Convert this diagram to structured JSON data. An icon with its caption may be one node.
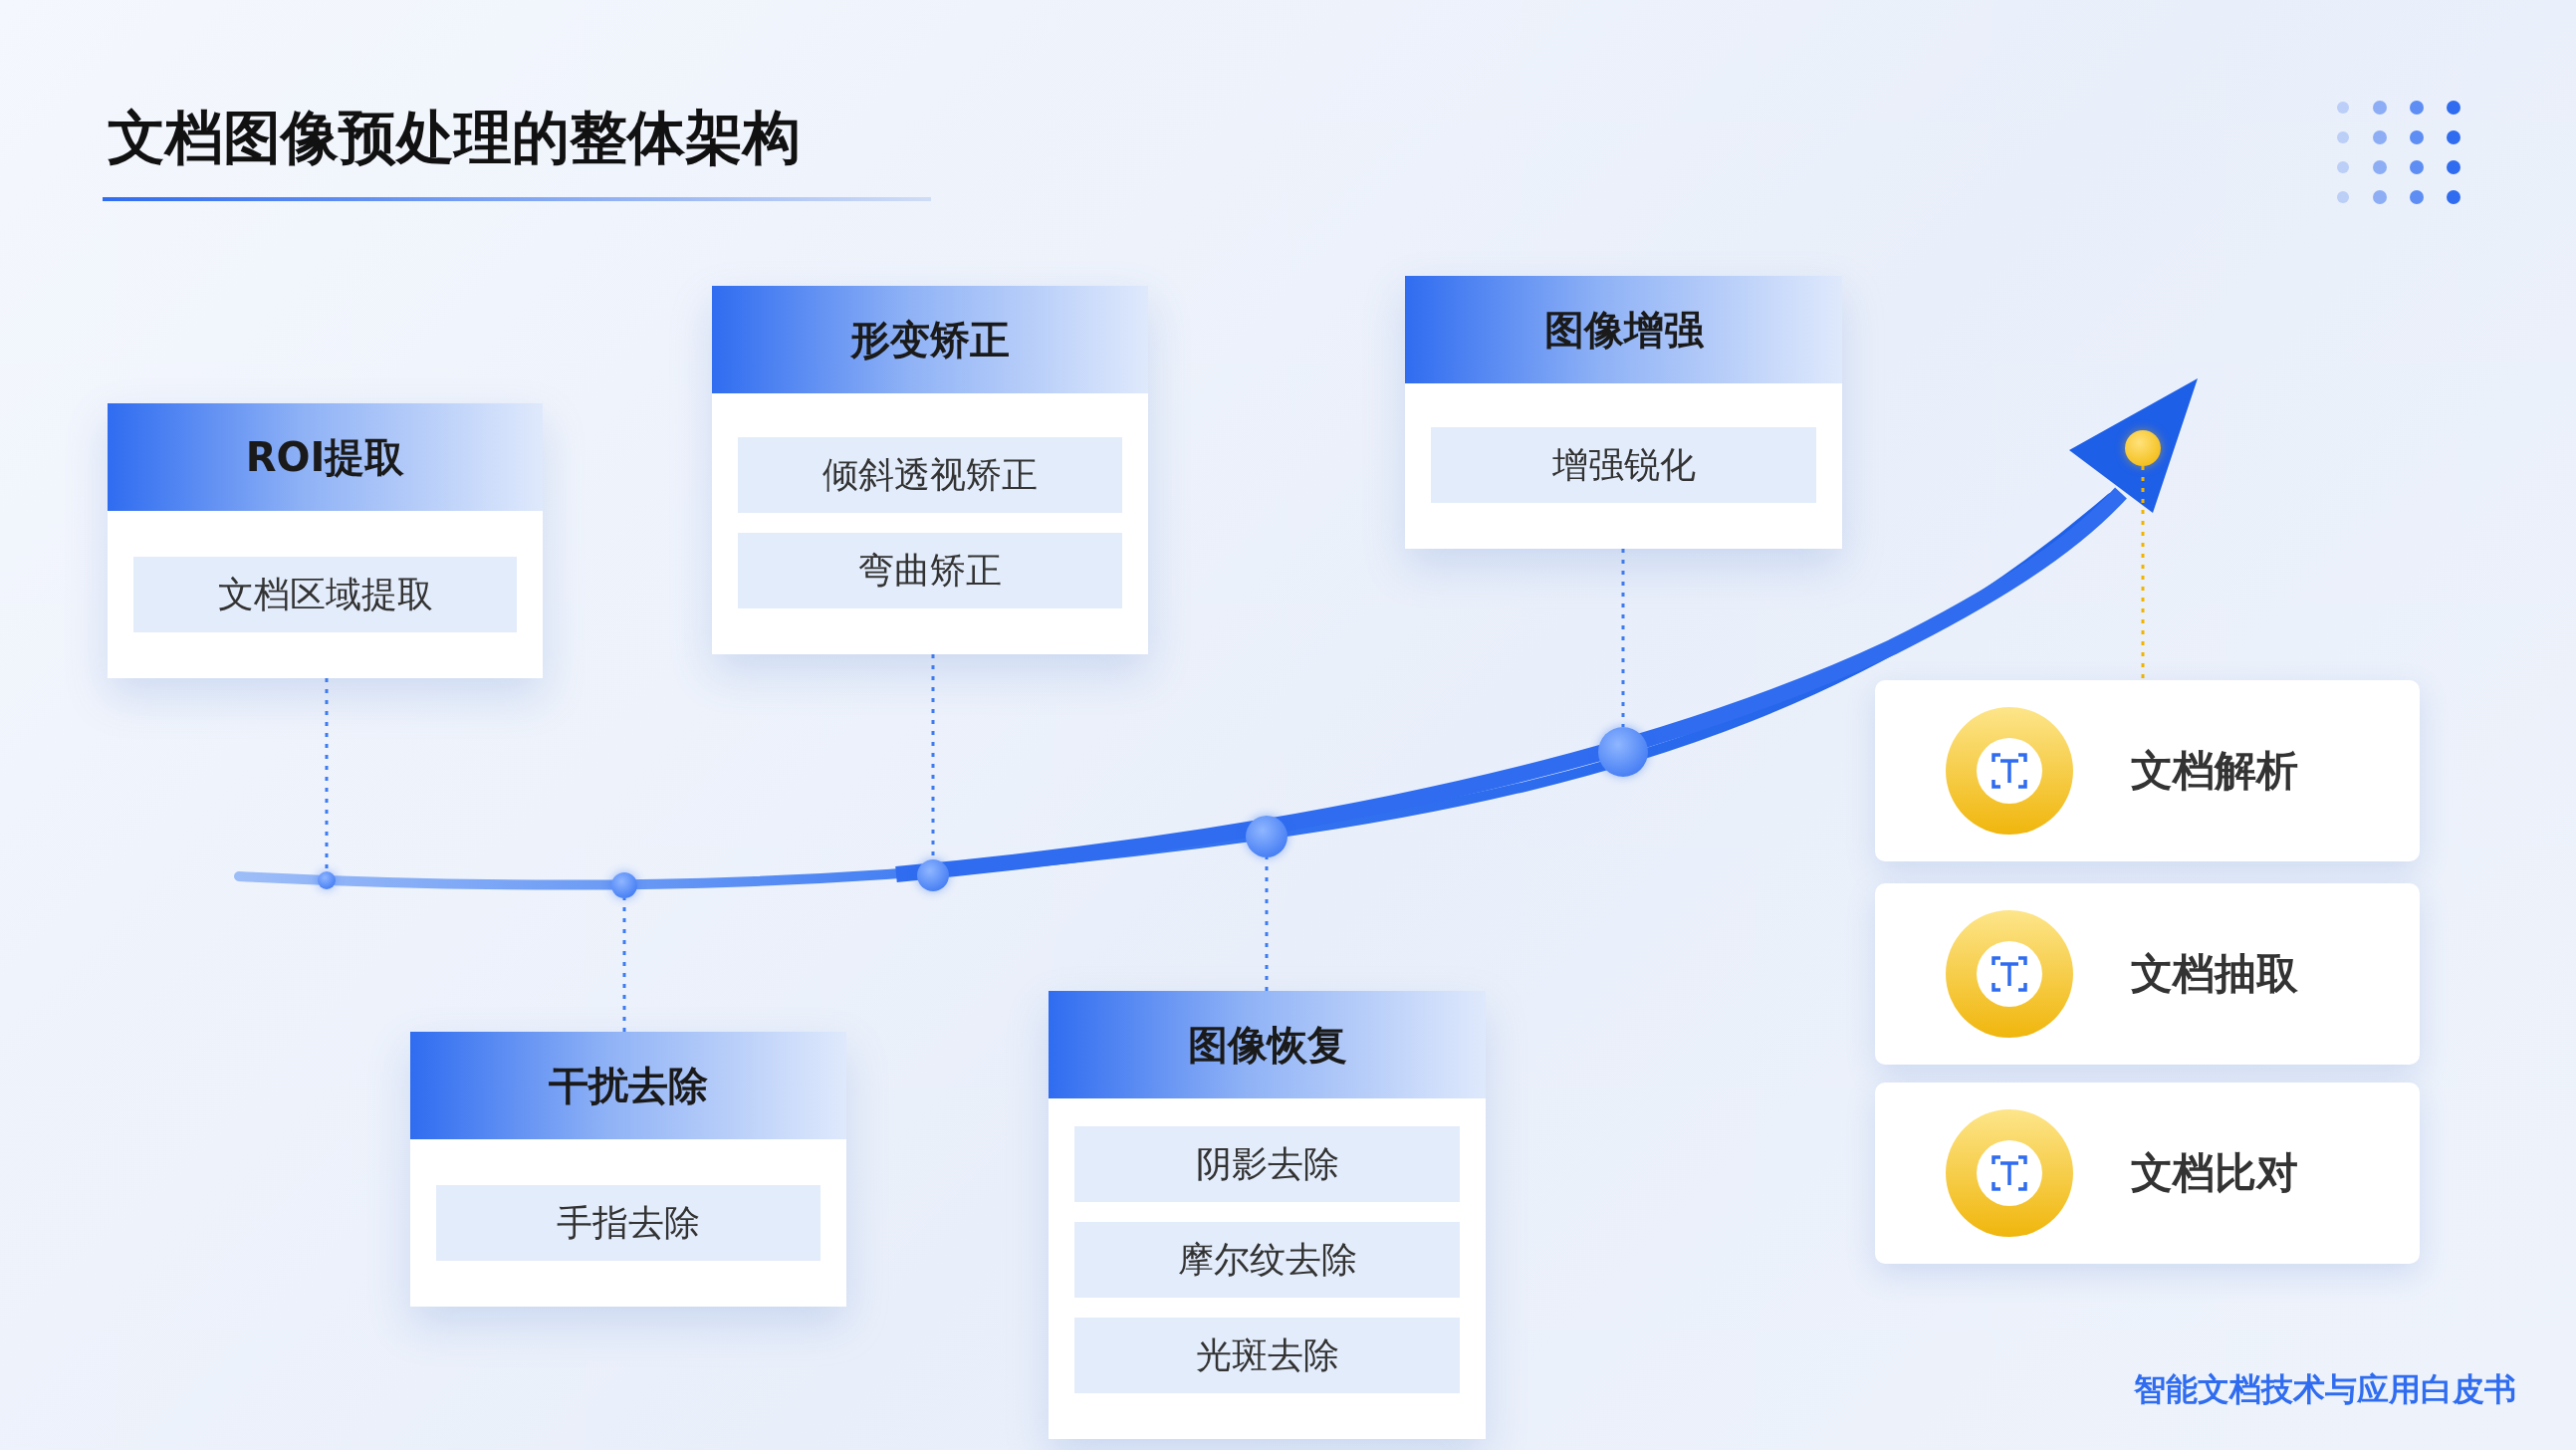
{
  "diagram": {
    "title": "文档图像预处理的整体架构",
    "nodes": [
      {
        "text": [
          "ROI提取"
        ]
      },
      {
        "text": [
          "文档区域提取"
        ],
        "in": 0
      },
      {
        "text": [
          "形变矫正"
        ]
      },
      {
        "text": [
          "倾斜透视矫正"
        ],
        "in": 2
      },
      {
        "text": [
          "弯曲矫正"
        ],
        "in": 2
      },
      {
        "text": [
          "图像增强"
        ]
      },
      {
        "text": [
          "增强锐化"
        ],
        "in": 5
      },
      {
        "text": [],
        "shape": "circle"
      },
      {
        "text": [],
        "shape": "circle"
      },
      {
        "text": [],
        "shape": "circle"
      },
      {
        "text": [],
        "shape": "circle"
      },
      {
        "text": [],
        "shape": "circle"
      },
      {
        "text": [],
        "shape": "circle"
      },
      {
        "text": [
          "干扰去除"
        ]
      },
      {
        "text": [
          "手指去除"
        ],
        "in": 13
      },
      {
        "text": [
          "图像恢复"
        ]
      },
      {
        "text": [
          "阴影去除"
        ],
        "in": 15
      },
      {
        "text": [
          "摩尔纹去除"
        ],
        "in": 15
      },
      {
        "text": [
          "光斑去除"
        ],
        "in": 15
      },
      {
        "text": [
          "文档解析"
        ]
      },
      {
        "text": [
          "文档抽取"
        ]
      },
      {
        "text": [
          "文档比对"
        ]
      }
    ],
    "edges": [
      {
        "from": 0,
        "to": 7,
        "arrow": "none",
        "style": "dashed"
      },
      {
        "from": 2,
        "to": 9,
        "arrow": "none",
        "style": "dashed"
      },
      {
        "from": 5,
        "to": 11,
        "arrow": "none",
        "style": "dashed"
      },
      {
        "from": 13,
        "to": 8,
        "arrow": "none",
        "style": "dashed"
      },
      {
        "from": 15,
        "to": 10,
        "arrow": "none",
        "style": "dashed"
      },
      {
        "from": 12,
        "to": 19,
        "arrow": "none",
        "style": "dashed",
        "color": "#f0b400"
      }
    ],
    "labels": [
      "智能文档技术与应用白皮书"
    ]
  }
}
